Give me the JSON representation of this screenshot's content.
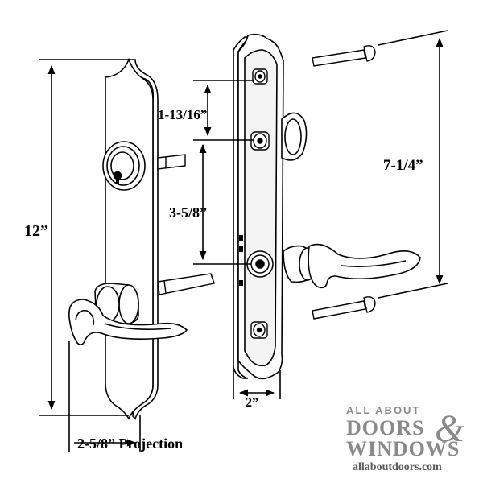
{
  "dimensions": {
    "height": "12”",
    "spacing_top": "1-13/16”",
    "spacing_mid": "3-5/8”",
    "screw_span": "7-1/4”",
    "width": "2”",
    "projection": "2-5/8” Projection"
  },
  "watermark": {
    "line1": "ALL ABOUT",
    "line2": "DOORS",
    "ampersand": "&",
    "line3": "WINDOWS",
    "url": "allaboutdoors.com"
  },
  "colors": {
    "line": "#000000",
    "watermark_gray": "#8a8a8a",
    "watermark_dark": "#5a5a5a"
  }
}
